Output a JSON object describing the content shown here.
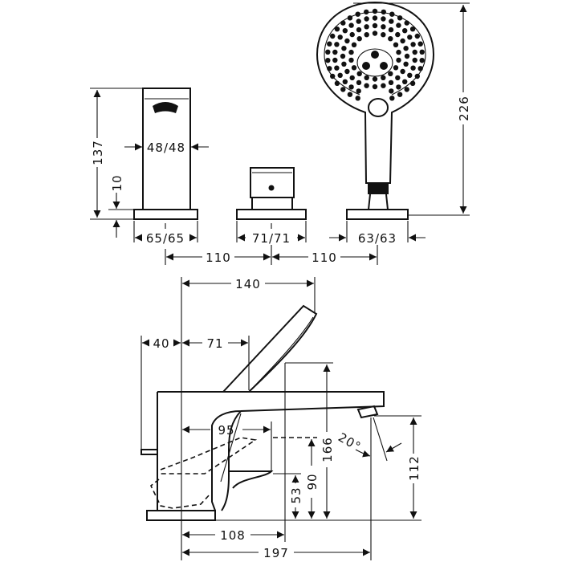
{
  "drawing": {
    "top_view": {
      "spout_height": "137",
      "base_height": "10",
      "spout_width": "48/48",
      "spout_base": "65/65",
      "valve_base": "71/71",
      "shower_base": "63/63",
      "spacing_left": "110",
      "spacing_right": "110",
      "shower_height": "226"
    },
    "side_view": {
      "shower_reach": "140",
      "lever_offset": "40",
      "shower_offset": "71",
      "diverter_reach": "95",
      "top_height": "166",
      "spout_angle": "20°",
      "outlet_height": "112",
      "diverter_height": "90",
      "lower_height": "53",
      "handset_depth": "108",
      "spout_projection": "197"
    }
  }
}
